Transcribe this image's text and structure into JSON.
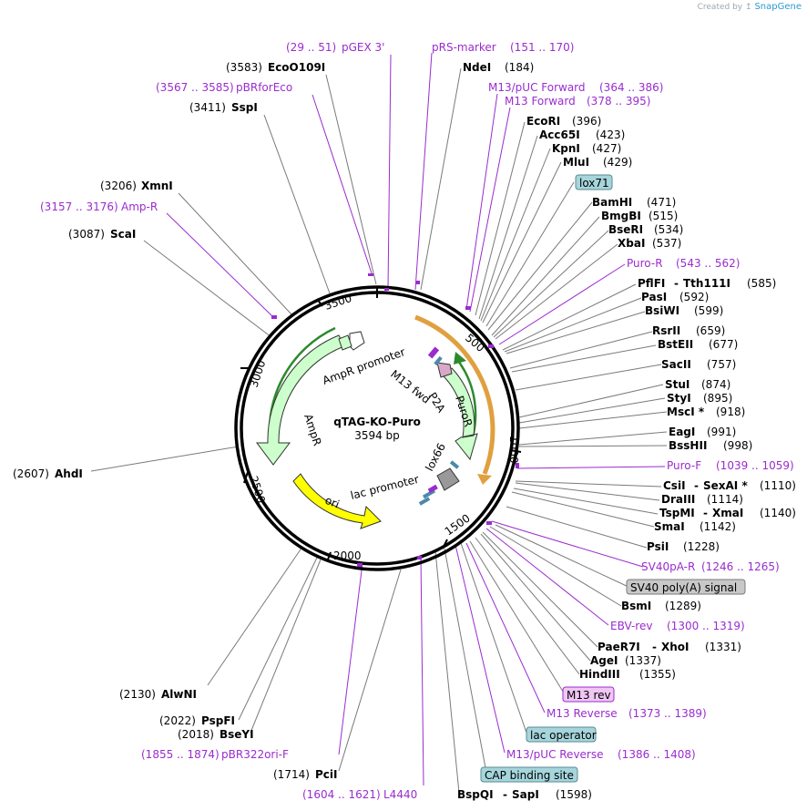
{
  "credit": {
    "text": "Created by",
    "brand": "SnapGene"
  },
  "plasmid": {
    "name": "qTAG-KO-Puro",
    "size": "3594 bp",
    "length": 3594
  },
  "colors": {
    "primer": "#9a2ccf",
    "enzyme": "#000000",
    "feature_green": "#ccffcc",
    "ori_yellow": "#ffff00",
    "orange_arrow": "#e0a040",
    "badge_blue": "#a6d5dc",
    "badge_grey": "#c8c8c8",
    "badge_violet": "#f0c6f4"
  },
  "ticks": [
    "500",
    "1000",
    "1500",
    "2000",
    "2500",
    "3000",
    "3500"
  ],
  "features": [
    {
      "name": "AmpR",
      "type": "green"
    },
    {
      "name": "AmpR promoter",
      "type": "green"
    },
    {
      "name": "PuroR",
      "type": "green"
    },
    {
      "name": "ori",
      "type": "yellow"
    },
    {
      "name": "lac promoter",
      "type": "label"
    },
    {
      "name": "M13 fwd",
      "type": "label"
    },
    {
      "name": "P2A",
      "type": "label"
    },
    {
      "name": "lox66",
      "type": "label"
    }
  ],
  "labels": [
    {
      "kind": "primer",
      "pos": "(29 .. 51)",
      "name": "pGEX 3'"
    },
    {
      "kind": "enzyme",
      "pos": "(3583)",
      "name": "EcoO109I"
    },
    {
      "kind": "primer",
      "pos": "(3567 .. 3585)",
      "name": "pBRforEco"
    },
    {
      "kind": "enzyme",
      "pos": "(3411)",
      "name": "SspI"
    },
    {
      "kind": "enzyme",
      "pos": "(3206)",
      "name": "XmnI"
    },
    {
      "kind": "primer",
      "pos": "(3157 .. 3176)",
      "name": "Amp-R"
    },
    {
      "kind": "enzyme",
      "pos": "(3087)",
      "name": "ScaI"
    },
    {
      "kind": "enzyme",
      "pos": "(2607)",
      "name": "AhdI"
    },
    {
      "kind": "enzyme",
      "pos": "(2130)",
      "name": "AlwNI"
    },
    {
      "kind": "enzyme",
      "pos": "(2022)",
      "name": "PspFI"
    },
    {
      "kind": "enzyme",
      "pos": "(2018)",
      "name": "BseYI"
    },
    {
      "kind": "primer",
      "pos": "(1855 .. 1874)",
      "name": "pBR322ori-F"
    },
    {
      "kind": "enzyme",
      "pos": "(1714)",
      "name": "PciI"
    },
    {
      "kind": "primer",
      "pos": "(1604 .. 1621)",
      "name": "L4440"
    },
    {
      "kind": "primer",
      "name": "pRS-marker",
      "pos": "(151 .. 170)"
    },
    {
      "kind": "enzyme",
      "name": "NdeI",
      "pos": "(184)"
    },
    {
      "kind": "primer",
      "name": "M13/pUC Forward",
      "pos": "(364 .. 386)"
    },
    {
      "kind": "primer",
      "name": "M13 Forward",
      "pos": "(378 .. 395)"
    },
    {
      "kind": "enzyme",
      "name": "EcoRI",
      "pos": "(396)"
    },
    {
      "kind": "enzyme",
      "name": "Acc65I",
      "pos": "(423)"
    },
    {
      "kind": "enzyme",
      "name": "KpnI",
      "pos": "(427)"
    },
    {
      "kind": "enzyme",
      "name": "MluI",
      "pos": "(429)"
    },
    {
      "kind": "badge",
      "name": "lox71",
      "color": "blue"
    },
    {
      "kind": "enzyme",
      "name": "BamHI",
      "pos": "(471)"
    },
    {
      "kind": "enzyme",
      "name": "BmgBI",
      "pos": "(515)"
    },
    {
      "kind": "enzyme",
      "name": "BseRI",
      "pos": "(534)"
    },
    {
      "kind": "enzyme",
      "name": "XbaI",
      "pos": "(537)"
    },
    {
      "kind": "primer",
      "name": "Puro-R",
      "pos": "(543 .. 562)"
    },
    {
      "kind": "enzyme",
      "name": "PflFI",
      "name2": "Tth111I",
      "pos": "(585)"
    },
    {
      "kind": "enzyme",
      "name": "PasI",
      "pos": "(592)"
    },
    {
      "kind": "enzyme",
      "name": "BsiWI",
      "pos": "(599)"
    },
    {
      "kind": "enzyme",
      "name": "RsrII",
      "pos": "(659)"
    },
    {
      "kind": "enzyme",
      "name": "BstEII",
      "pos": "(677)"
    },
    {
      "kind": "enzyme",
      "name": "SacII",
      "pos": "(757)"
    },
    {
      "kind": "enzyme",
      "name": "StuI",
      "pos": "(874)"
    },
    {
      "kind": "enzyme",
      "name": "StyI",
      "pos": "(895)"
    },
    {
      "kind": "enzyme",
      "name": "MscI *",
      "pos": "(918)"
    },
    {
      "kind": "enzyme",
      "name": "EagI",
      "pos": "(991)"
    },
    {
      "kind": "enzyme",
      "name": "BssHII",
      "pos": "(998)"
    },
    {
      "kind": "primer",
      "name": "Puro-F",
      "pos": "(1039 .. 1059)"
    },
    {
      "kind": "enzyme",
      "name": "CsiI",
      "name2": "SexAI *",
      "pos": "(1110)"
    },
    {
      "kind": "enzyme",
      "name": "DraIII",
      "pos": "(1114)"
    },
    {
      "kind": "enzyme",
      "name": "TspMI",
      "name2": "XmaI",
      "pos": "(1140)"
    },
    {
      "kind": "enzyme",
      "name": "SmaI",
      "pos": "(1142)"
    },
    {
      "kind": "enzyme",
      "name": "PsiI",
      "pos": "(1228)"
    },
    {
      "kind": "primer",
      "name": "SV40pA-R",
      "pos": "(1246 .. 1265)"
    },
    {
      "kind": "badge",
      "name": "SV40 poly(A) signal",
      "color": "grey"
    },
    {
      "kind": "enzyme",
      "name": "BsmI",
      "pos": "(1289)"
    },
    {
      "kind": "primer",
      "name": "EBV-rev",
      "pos": "(1300 .. 1319)"
    },
    {
      "kind": "enzyme",
      "name": "PaeR7I",
      "name2": "XhoI",
      "pos": "(1331)"
    },
    {
      "kind": "enzyme",
      "name": "AgeI",
      "pos": "(1337)"
    },
    {
      "kind": "enzyme",
      "name": "HindIII",
      "pos": "(1355)"
    },
    {
      "kind": "badge",
      "name": "M13 rev",
      "color": "violet"
    },
    {
      "kind": "primer",
      "name": "M13 Reverse",
      "pos": "(1373 .. 1389)"
    },
    {
      "kind": "badge",
      "name": "lac operator",
      "color": "blue"
    },
    {
      "kind": "primer",
      "name": "M13/pUC Reverse",
      "pos": "(1386 .. 1408)"
    },
    {
      "kind": "badge",
      "name": "CAP binding site",
      "color": "blue"
    },
    {
      "kind": "enzyme",
      "name": "BspQI",
      "name2": "SapI",
      "pos": "(1598)"
    }
  ]
}
